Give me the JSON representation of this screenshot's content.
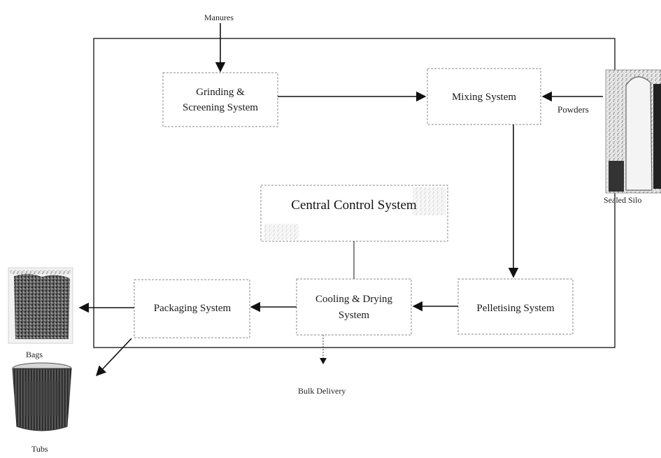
{
  "diagram": {
    "inputs": {
      "manures": "Manures",
      "powders": "Powders",
      "sealed_silo": "Sealed Silo"
    },
    "nodes": {
      "grinding_line1": "Grinding &",
      "grinding_line2": "Screening System",
      "mixing": "Mixing System",
      "central_control": "Central Control System",
      "pelletising": "Pelletising System",
      "cooling_line1": "Cooling & Drying",
      "cooling_line2": "System",
      "packaging": "Packaging System"
    },
    "outputs": {
      "bags": "Bags",
      "tubs": "Tubs",
      "bulk_delivery": "Bulk Delivery"
    }
  },
  "colors": {
    "line": "#111111",
    "box_border": "#888888"
  },
  "icons": {
    "silo": "silo-photo",
    "bags": "bags-photo",
    "tubs": "tubs-photo"
  }
}
